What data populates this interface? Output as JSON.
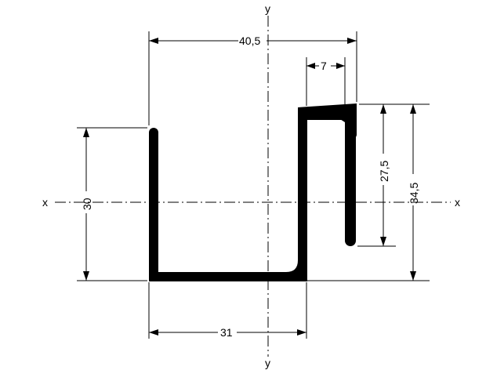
{
  "axes": {
    "y_top": "y",
    "y_bottom": "y",
    "x_left": "x",
    "x_right": "x"
  },
  "dimensions": {
    "overall_width": "40,5",
    "lip_width": "7",
    "base_width": "31",
    "left_height": "30",
    "inner_height": "27,5",
    "overall_height": "34,5"
  }
}
